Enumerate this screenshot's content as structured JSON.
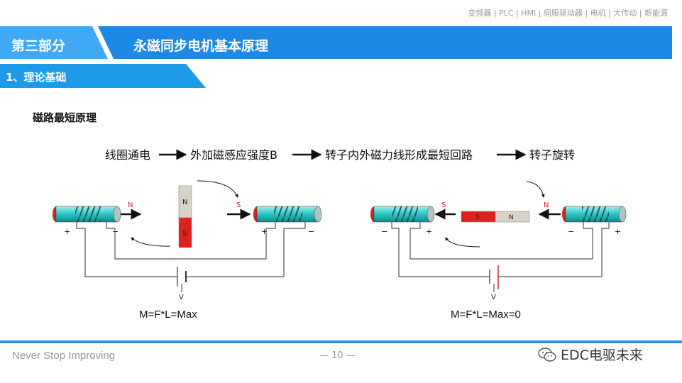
{
  "header": {
    "nav_text": "变频器 | PLC | HMI | 伺服驱动器 | 电机 | 大传动 | 新能源",
    "section_label": "第三部分",
    "title": "永磁同步电机基本原理",
    "subtitle": "1、理论基础"
  },
  "content": {
    "heading": "磁路最短原理",
    "flow": [
      "线圈通电",
      "外加磁感应强度B",
      "转子内外磁力线形成最短回路",
      "转子旋转"
    ],
    "left_diagram": {
      "formula": "M=F*L=Max",
      "coil_pole": "N",
      "target_pole": "S",
      "magnet_top": "N",
      "magnet_bottom": "S",
      "battery_label": "V",
      "left_plus": "+",
      "left_minus": "−",
      "right_plus": "+",
      "right_minus": "−"
    },
    "right_diagram": {
      "formula": "M=F*L=Max=0",
      "left_pole": "S",
      "right_pole": "N",
      "magnet_left": "S",
      "magnet_right": "N",
      "battery_label": "V",
      "left_minus": "−",
      "left_plus": "+",
      "right_minus": "−",
      "right_plus": "+"
    }
  },
  "footer": {
    "slogan": "Never Stop Improving",
    "page": "— 10 —",
    "brand": "EDC电驱未来"
  },
  "colors": {
    "banner_blue": "#1e88e5",
    "banner_light": "#3fa9f5",
    "red_arrow": "#c62828",
    "magnet_red": "#e01f1f",
    "magnet_gray": "#d8d2c8",
    "coil_cyan": "#2cc4c4"
  }
}
